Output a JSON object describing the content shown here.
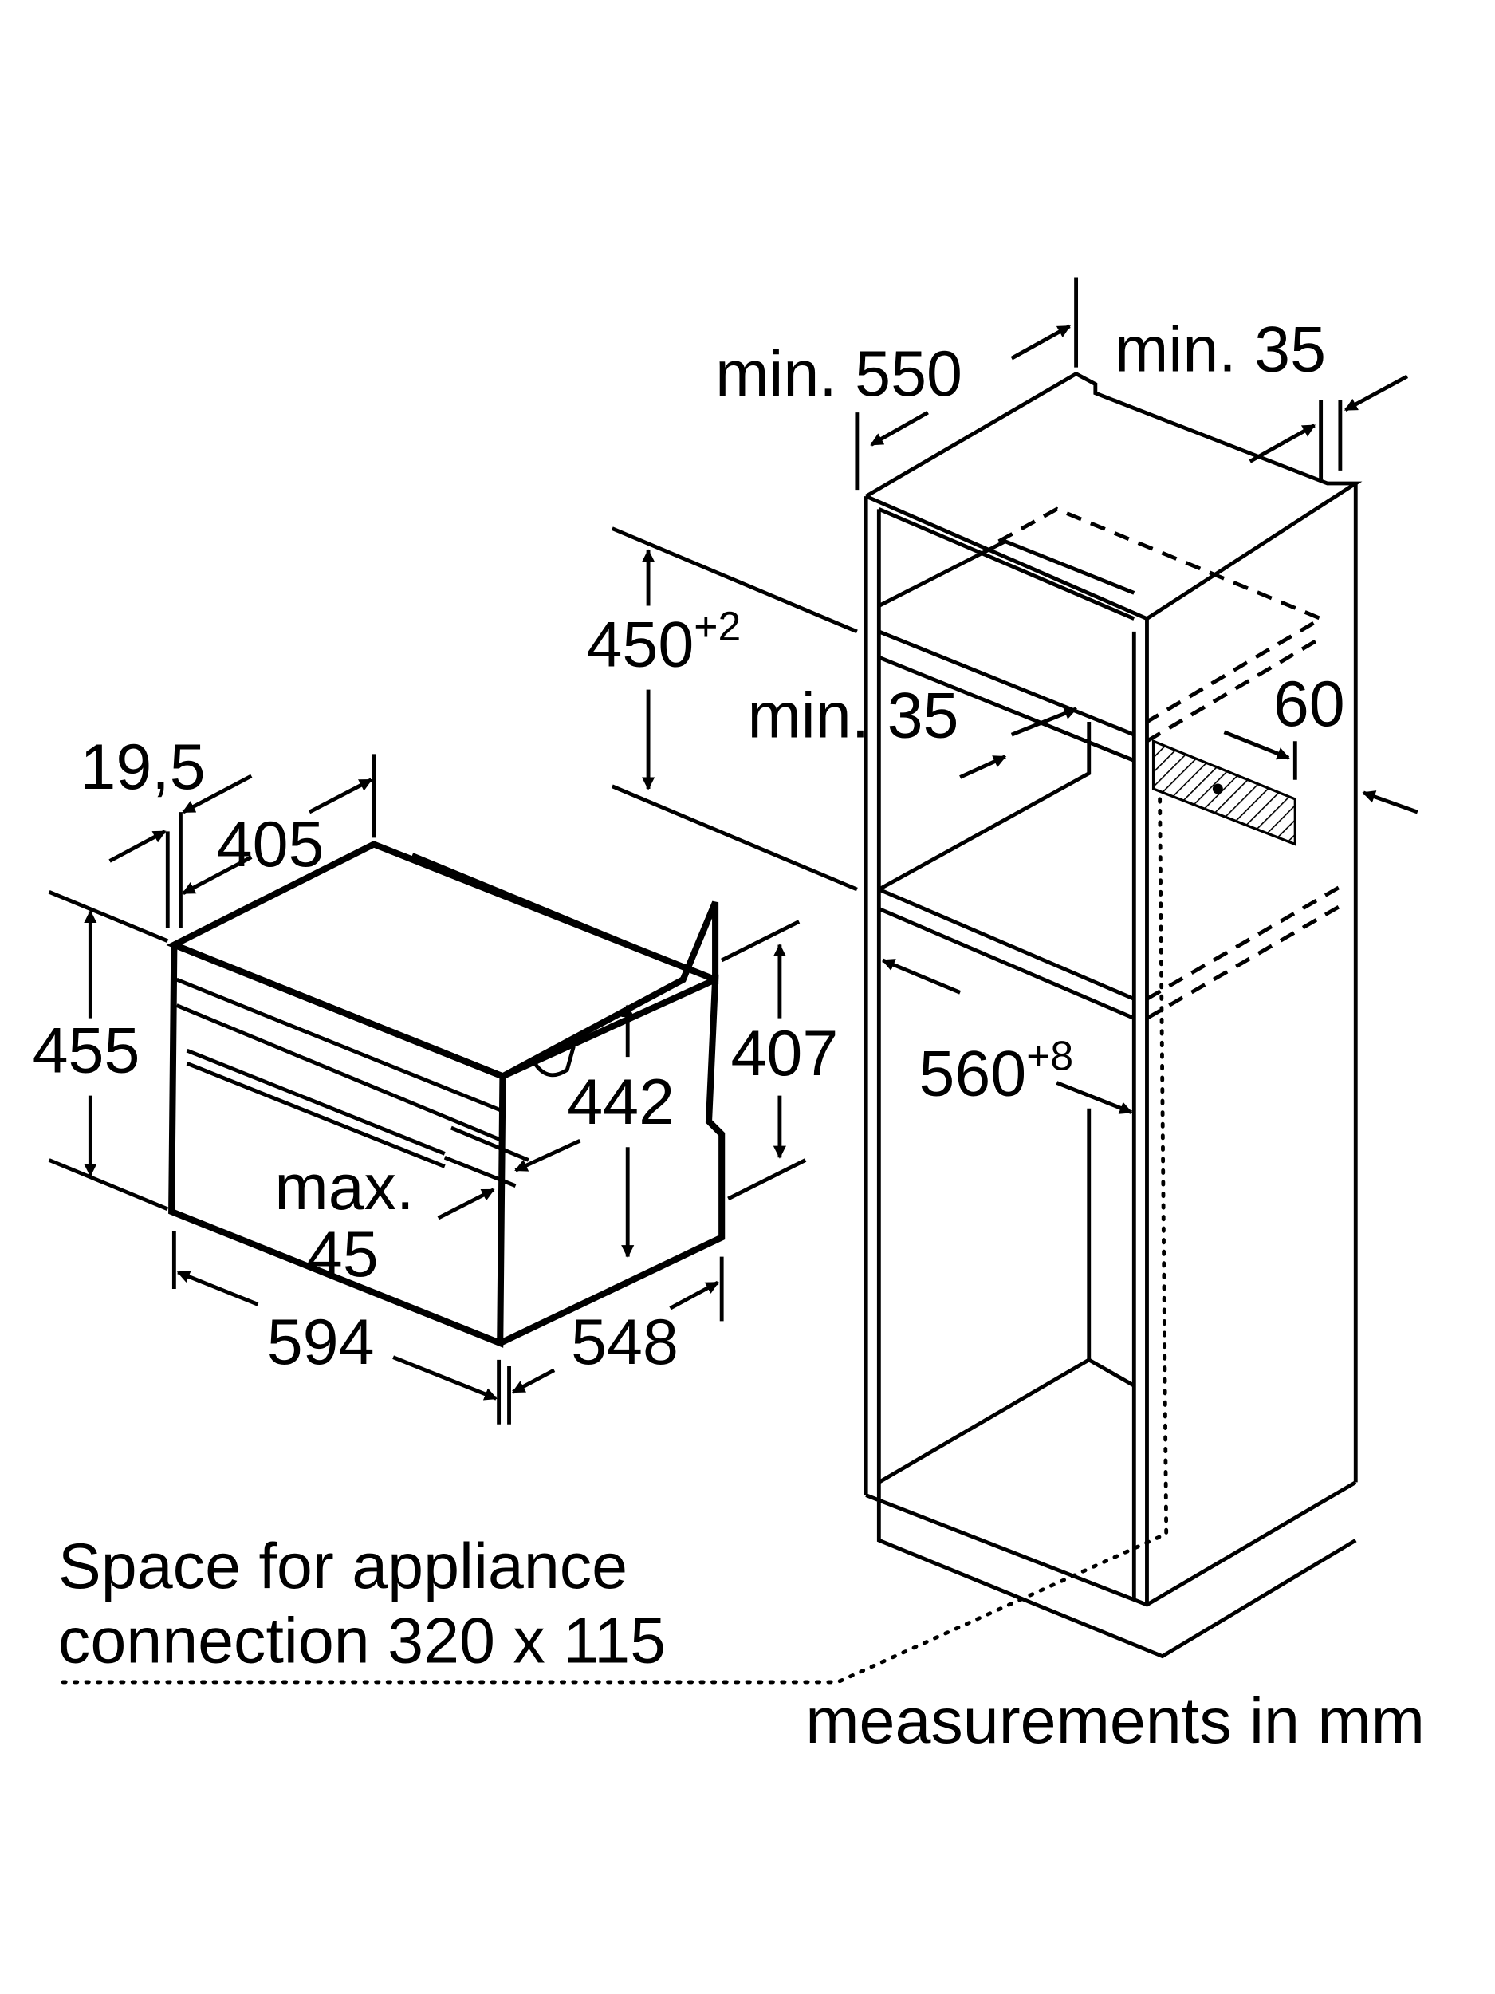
{
  "appliance": {
    "depth_offset": "19,5",
    "depth_front": "405",
    "height": "455",
    "height_side": "407",
    "inner_height": "442",
    "gap_label": "max.",
    "gap_value": "45",
    "width": "594",
    "depth": "548"
  },
  "cabinet": {
    "depth_min": "min. 550",
    "rear_gap_min": "min. 35",
    "niche_height": "450",
    "niche_height_tol": "+2",
    "shelf_gap_min": "min. 35",
    "vent_depth": "60",
    "niche_width": "560",
    "niche_width_tol": "+8"
  },
  "notes": {
    "connection_line1": "Space for appliance",
    "connection_line2": "connection 320 x 115",
    "units": "measurements in mm"
  }
}
